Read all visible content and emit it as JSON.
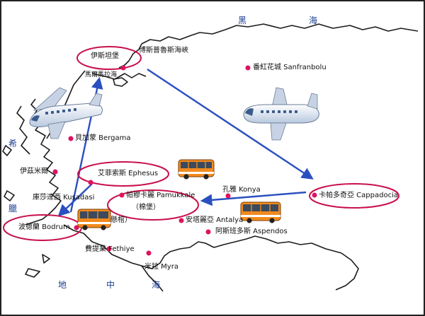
{
  "seas": {
    "black_sea_1": "黑",
    "black_sea_2": "海",
    "aegean_1": "希",
    "aegean_2": "臘",
    "med_1": "地",
    "med_2": "中",
    "med_3": "海"
  },
  "places": {
    "istanbul": "伊斯坦堡",
    "bosporus": "博斯普魯斯海峽",
    "marmara": "馬爾馬拉海",
    "safranbolu": "番紅花城 Sanfranbolu",
    "bergama": "貝加蒙 Bergama",
    "izmir": "伊茲米爾",
    "ephesus": "艾菲索斯 Ephesus",
    "kusadasi": "庫莎達西 Kusadasi",
    "pamukkale_1": "帕穆卡麗 Pamukkale",
    "pamukkale_2": "（棉堡）",
    "cotton_partial": "懸棺）",
    "konya": "孔雅 Konya",
    "cappadocia": "卡帕多奇亞 Cappadocia",
    "bodrum": "波德蘭 Bodrum",
    "antalya": "安塔麗亞 Antalya",
    "aspendos": "阿斯班多斯 Aspendos",
    "fethiye": "費提業 Fethiye",
    "myra": "米拉 Myra"
  },
  "colors": {
    "coast": "#1c1c1c",
    "route": "#2a4fc0",
    "dot": "#e0115f",
    "ellipse": "#c8104a",
    "sea_text": "#1a3d8f",
    "bus": "#f28a1e",
    "plane": "#dfe8f4"
  },
  "icons": [
    "airplane-icon",
    "bus-icon"
  ]
}
